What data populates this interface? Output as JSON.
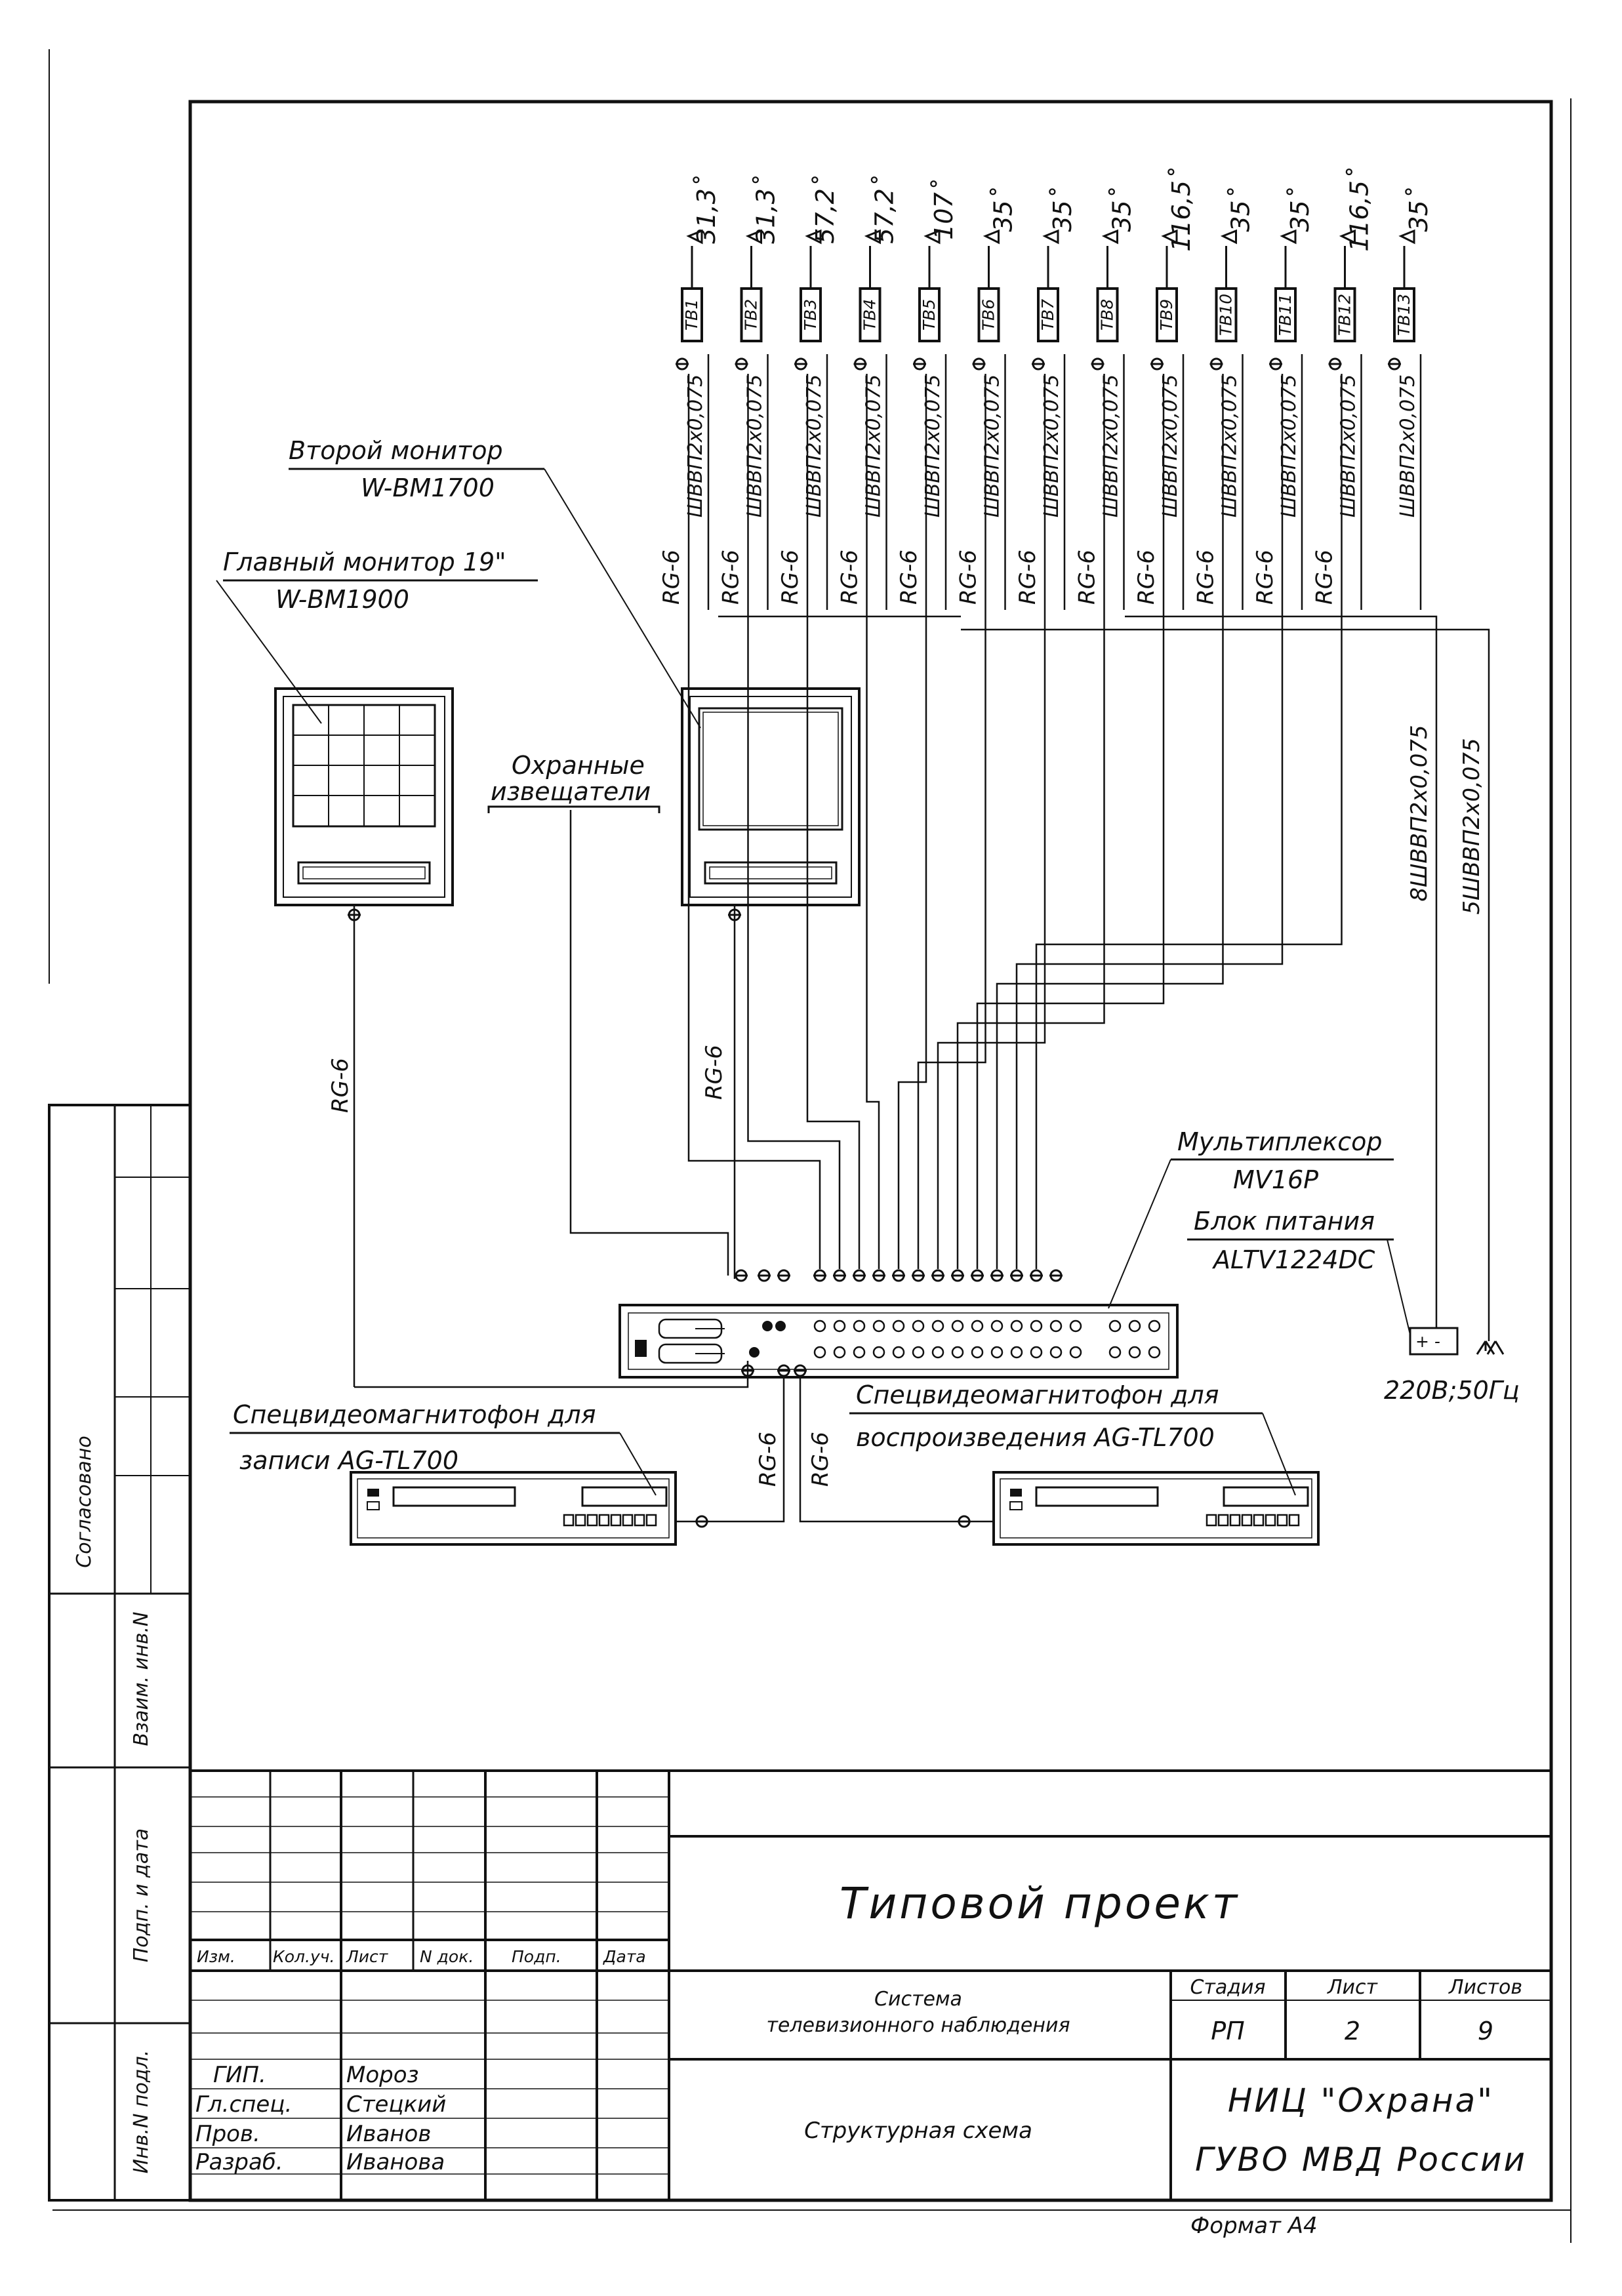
{
  "cameras": [
    {
      "id": "ТВ1",
      "angle": "31,3˚",
      "cable": "ШВВП2х0,075",
      "coax": "RG-6"
    },
    {
      "id": "ТВ2",
      "angle": "31,3˚",
      "cable": "ШВВП2х0,075",
      "coax": "RG-6"
    },
    {
      "id": "ТВ3",
      "angle": "57,2˚",
      "cable": "ШВВП2х0,075",
      "coax": "RG-6"
    },
    {
      "id": "ТВ4",
      "angle": "57,2˚",
      "cable": "ШВВП2х0,075",
      "coax": "RG-6"
    },
    {
      "id": "ТВ5",
      "angle": "107˚",
      "cable": "ШВВП2х0,075",
      "coax": "RG-6"
    },
    {
      "id": "ТВ6",
      "angle": "35˚",
      "cable": "ШВВП2х0,075",
      "coax": "RG-6"
    },
    {
      "id": "ТВ7",
      "angle": "35˚",
      "cable": "ШВВП2х0,075",
      "coax": "RG-6"
    },
    {
      "id": "ТВ8",
      "angle": "35˚",
      "cable": "ШВВП2х0,075",
      "coax": "RG-6"
    },
    {
      "id": "ТВ9",
      "angle": "116,5˚",
      "cable": "ШВВП2х0,075",
      "coax": "RG-6"
    },
    {
      "id": "ТВ10",
      "angle": "35˚",
      "cable": "ШВВП2х0,075",
      "coax": "RG-6"
    },
    {
      "id": "ТВ11",
      "angle": "35˚",
      "cable": "ШВВП2х0,075",
      "coax": "RG-6"
    },
    {
      "id": "ТВ12",
      "angle": "116,5˚",
      "cable": "ШВВП2х0,075",
      "coax": "RG-6"
    },
    {
      "id": "ТВ13",
      "angle": "35˚",
      "cable": "ШВВП2х0,075"
    }
  ],
  "labels": {
    "second_monitor": "Второй монитор",
    "second_monitor_model": "W-BM1700",
    "main_monitor": "Главный монитор 19\"",
    "main_monitor_model": "W-BM1900",
    "sensors_line1": "Охранные",
    "sensors_line2": "извещатели",
    "multiplexer": "Мультиплексор",
    "multiplexer_model": "MV16P",
    "psu": "Блок питания",
    "psu_model": "ALTV1224DC",
    "mains": "220В;50Гц",
    "bundle_8": "8ШВВП2х0,075",
    "bundle_5": "5ШВВП2х0,075",
    "coax_main": "RG-6",
    "coax_second": "RG-6",
    "coax_rec": "RG-6",
    "coax_play": "RG-6",
    "vcr_rec_line1": "Спецвидеомагнитофон для",
    "vcr_rec_line2": "записи AG-TL700",
    "vcr_play_line1": "Спецвидеомагнитофон для",
    "vcr_play_line2": "воспроизведения AG-TL700"
  },
  "approval": {
    "agreed": "Согласовано",
    "inv_replace": "Взаим. инв.N",
    "sign_date": "Подп. и дата",
    "inv_orig": "Инв.N подл."
  },
  "title_block": {
    "cols": [
      "Изм.",
      "Кол.уч.",
      "Лист",
      "N док.",
      "Подп.",
      "Дата"
    ],
    "title": "Типовой проект",
    "system_line1": "Система",
    "system_line2": "телевизионного наблюдения",
    "scheme": "Структурная схема",
    "stage_label": "Стадия",
    "sheet_label": "Лист",
    "sheets_label": "Листов",
    "stage": "РП",
    "sheet": "2",
    "sheets": "9",
    "org_line1": "НИЦ \"Охрана\"",
    "org_line2": "ГУВО МВД России",
    "roles": [
      {
        "role": "ГИП.",
        "name": "Мороз"
      },
      {
        "role": "Гл.спец.",
        "name": "Стецкий"
      },
      {
        "role": "Пров.",
        "name": "Иванов"
      },
      {
        "role": "Разраб.",
        "name": "Иванова"
      }
    ],
    "format": "Формат А4"
  }
}
